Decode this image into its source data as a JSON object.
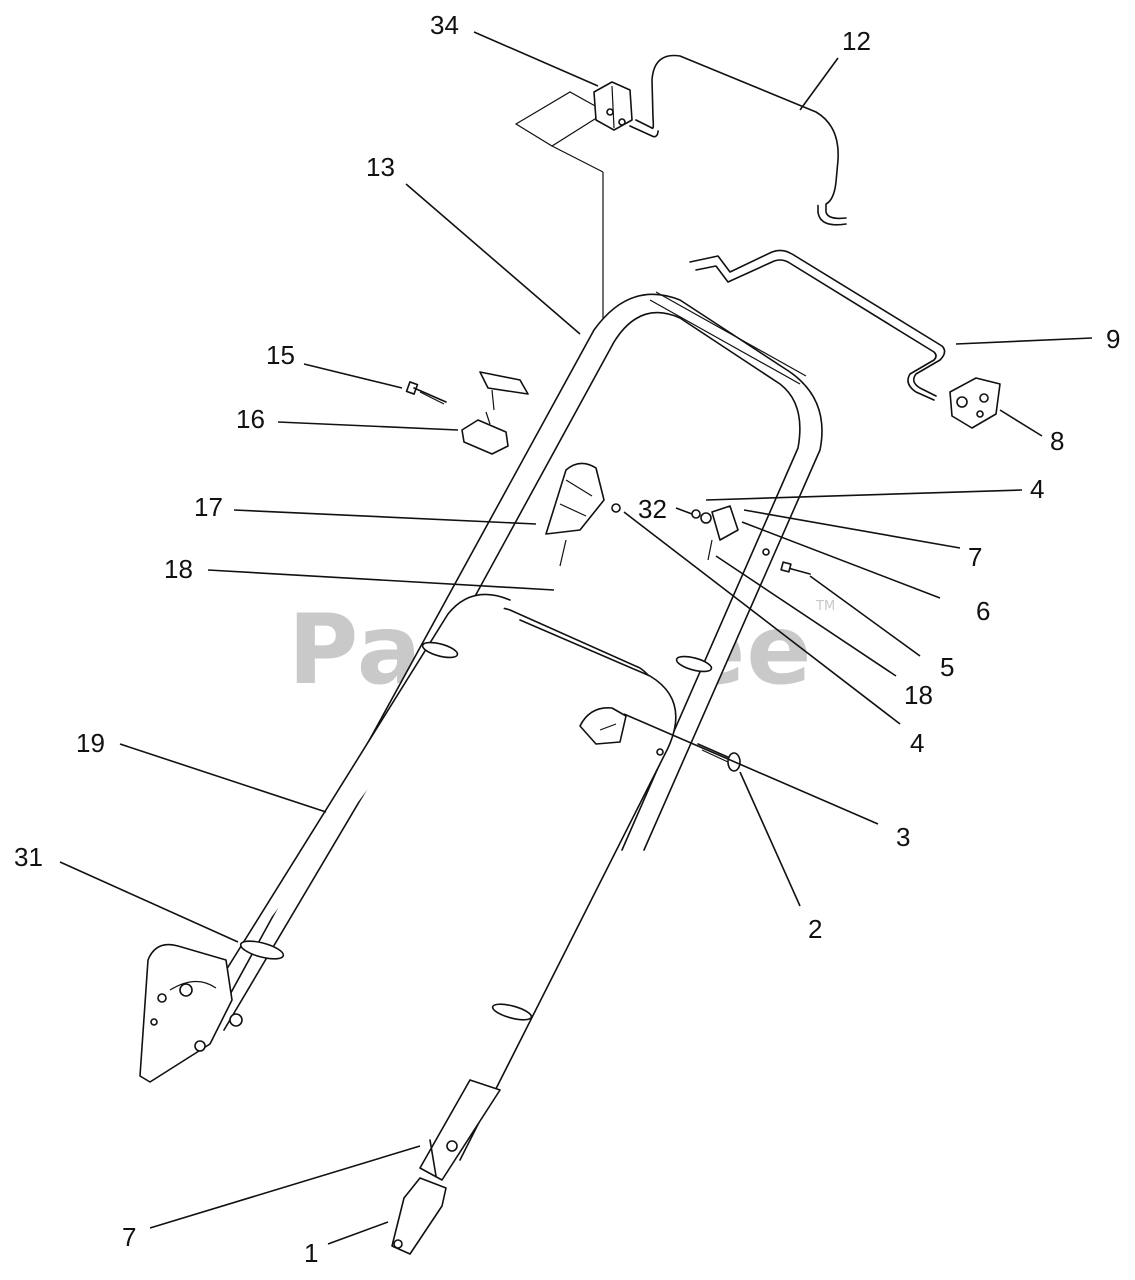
{
  "watermark": {
    "text": "PartsTree",
    "trademark": "TM"
  },
  "callouts": [
    {
      "id": "c34",
      "label": "34"
    },
    {
      "id": "c12",
      "label": "12"
    },
    {
      "id": "c13",
      "label": "13"
    },
    {
      "id": "c9",
      "label": "9"
    },
    {
      "id": "c15",
      "label": "15"
    },
    {
      "id": "c8",
      "label": "8"
    },
    {
      "id": "c16",
      "label": "16"
    },
    {
      "id": "c4a",
      "label": "4"
    },
    {
      "id": "c17",
      "label": "17"
    },
    {
      "id": "c32",
      "label": "32"
    },
    {
      "id": "c7a",
      "label": "7"
    },
    {
      "id": "c18a",
      "label": "18"
    },
    {
      "id": "c6",
      "label": "6"
    },
    {
      "id": "c5",
      "label": "5"
    },
    {
      "id": "c18b",
      "label": "18"
    },
    {
      "id": "c4b",
      "label": "4"
    },
    {
      "id": "c19",
      "label": "19"
    },
    {
      "id": "c3",
      "label": "3"
    },
    {
      "id": "c31",
      "label": "31"
    },
    {
      "id": "c2",
      "label": "2"
    },
    {
      "id": "c7b",
      "label": "7"
    },
    {
      "id": "c1",
      "label": "1"
    }
  ]
}
